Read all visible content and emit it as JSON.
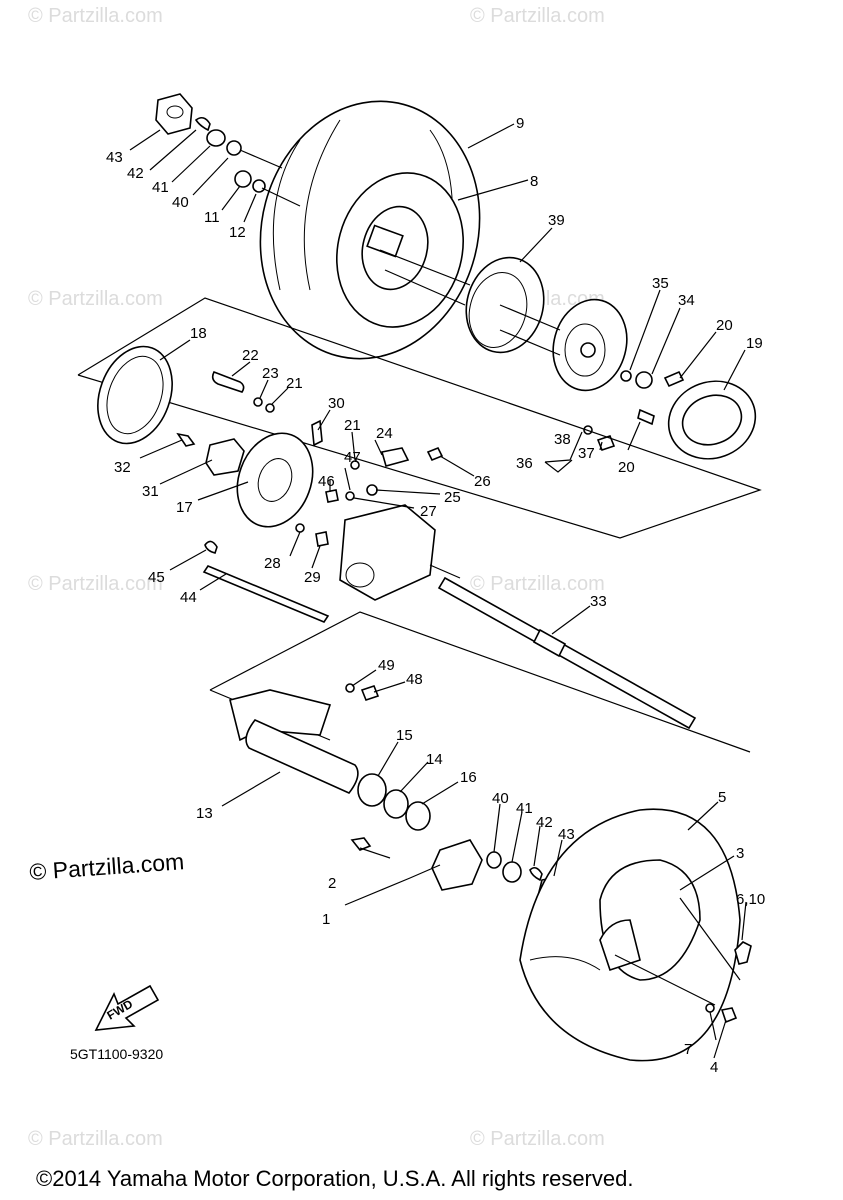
{
  "diagram": {
    "code": "5GT1100-9320",
    "fwd_label": "FWD",
    "copyright": "©2014 Yamaha Motor Corporation, U.S.A. All rights reserved.",
    "watermark": "© Partzilla.com",
    "watermark_large": "© Partzilla.com",
    "callouts": [
      {
        "id": "c43a",
        "label": "43"
      },
      {
        "id": "c42a",
        "label": "42"
      },
      {
        "id": "c41a",
        "label": "41"
      },
      {
        "id": "c40a",
        "label": "40"
      },
      {
        "id": "c11",
        "label": "11"
      },
      {
        "id": "c12",
        "label": "12"
      },
      {
        "id": "c9",
        "label": "9"
      },
      {
        "id": "c8",
        "label": "8"
      },
      {
        "id": "c39",
        "label": "39"
      },
      {
        "id": "c35",
        "label": "35"
      },
      {
        "id": "c34",
        "label": "34"
      },
      {
        "id": "c20a",
        "label": "20"
      },
      {
        "id": "c19",
        "label": "19"
      },
      {
        "id": "c18",
        "label": "18"
      },
      {
        "id": "c22",
        "label": "22"
      },
      {
        "id": "c23",
        "label": "23"
      },
      {
        "id": "c21a",
        "label": "21"
      },
      {
        "id": "c30",
        "label": "30"
      },
      {
        "id": "c21b",
        "label": "21"
      },
      {
        "id": "c24",
        "label": "24"
      },
      {
        "id": "c38",
        "label": "38"
      },
      {
        "id": "c37",
        "label": "37"
      },
      {
        "id": "c36",
        "label": "36"
      },
      {
        "id": "c20b",
        "label": "20"
      },
      {
        "id": "c32",
        "label": "32"
      },
      {
        "id": "c31",
        "label": "31"
      },
      {
        "id": "c17",
        "label": "17"
      },
      {
        "id": "c47",
        "label": "47"
      },
      {
        "id": "c46",
        "label": "46"
      },
      {
        "id": "c26",
        "label": "26"
      },
      {
        "id": "c25",
        "label": "25"
      },
      {
        "id": "c27",
        "label": "27"
      },
      {
        "id": "c28",
        "label": "28"
      },
      {
        "id": "c29",
        "label": "29"
      },
      {
        "id": "c45",
        "label": "45"
      },
      {
        "id": "c44",
        "label": "44"
      },
      {
        "id": "c33",
        "label": "33"
      },
      {
        "id": "c49",
        "label": "49"
      },
      {
        "id": "c48",
        "label": "48"
      },
      {
        "id": "c15",
        "label": "15"
      },
      {
        "id": "c14",
        "label": "14"
      },
      {
        "id": "c16",
        "label": "16"
      },
      {
        "id": "c13",
        "label": "13"
      },
      {
        "id": "c40b",
        "label": "40"
      },
      {
        "id": "c41b",
        "label": "41"
      },
      {
        "id": "c42b",
        "label": "42"
      },
      {
        "id": "c43b",
        "label": "43"
      },
      {
        "id": "c5",
        "label": "5"
      },
      {
        "id": "c3",
        "label": "3"
      },
      {
        "id": "c2",
        "label": "2"
      },
      {
        "id": "c1",
        "label": "1"
      },
      {
        "id": "c6_10",
        "label": "6,10"
      },
      {
        "id": "c7",
        "label": "7"
      },
      {
        "id": "c4",
        "label": "4"
      }
    ]
  }
}
